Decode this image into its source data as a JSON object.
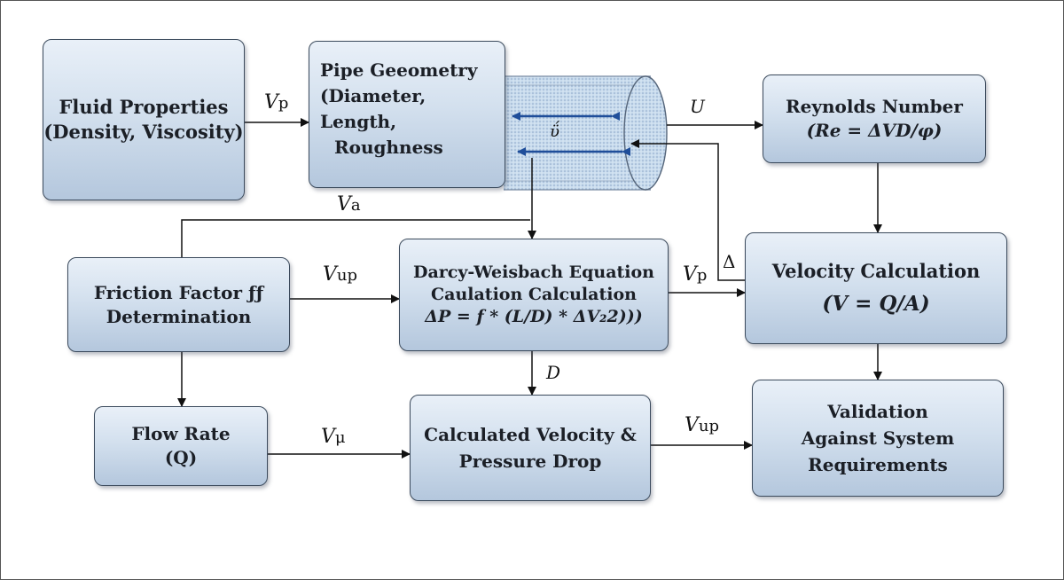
{
  "boxes": {
    "fluid_properties": [
      "Fluid Properties",
      "(Density, Viscosity)"
    ],
    "pipe_geometry": [
      "Pipe Geeometry",
      "(Diameter, Length,",
      "Roughness"
    ],
    "reynolds_number": [
      "Reynolds Number",
      "(Re = ΔVD/φ)"
    ],
    "friction_factor": [
      "Friction Factor ƒƒ",
      "Determination"
    ],
    "darcy_weisbach": [
      "Darcy-Weisbach Equation",
      "Caulation Calculation",
      "ΔP = f * (L/D) * ΔV₂2)))"
    ],
    "velocity_calculation": [
      "Velocity Calculation",
      "(V = Q/A)"
    ],
    "flow_rate": [
      "Flow Rate",
      "(Q)"
    ],
    "calculated_velocity": [
      "Calculated Velocity &",
      "Pressure Drop"
    ],
    "validation": [
      "Validation",
      "Against System",
      "Requirements"
    ]
  },
  "labels": {
    "vp_fluid_pipe": {
      "sym": "V",
      "sub": "p"
    },
    "u_pipe_reynolds": {
      "sym": "U",
      "sub": ""
    },
    "pipe_inner": {
      "sym": "ΰ",
      "sub": ""
    },
    "va_friction": {
      "sym": "V",
      "sub": "a"
    },
    "vup_friction_darcy": {
      "sym": "V",
      "sub": "up"
    },
    "vp_darcy_velocity": {
      "sym": "V",
      "sub": "p"
    },
    "delta_feedback": {
      "sym": "Δ",
      "sub": ""
    },
    "d_darcy_calc": {
      "sym": "D",
      "sub": ""
    },
    "vu_flow_calc": {
      "sym": "V",
      "sub": "μ"
    },
    "vup_calc_validation": {
      "sym": "V",
      "sub": "up"
    }
  }
}
